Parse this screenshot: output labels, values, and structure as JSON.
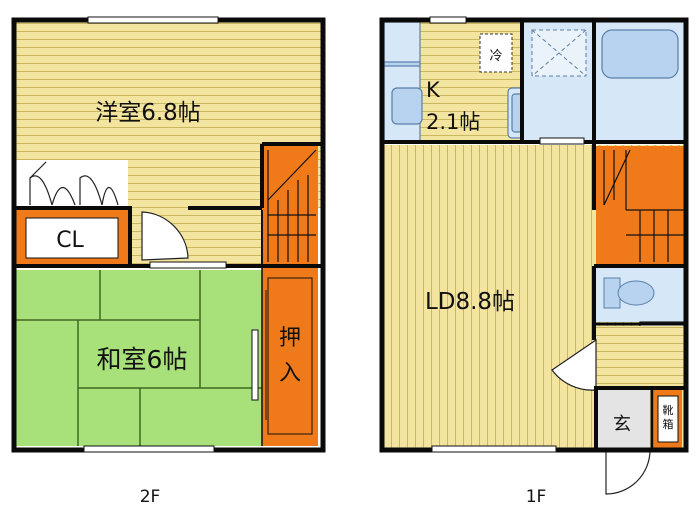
{
  "floors": {
    "upper": {
      "label": "2F",
      "rooms": {
        "western_room": "洋室6.8帖",
        "closet": "CL",
        "japanese_room": "和室6帖",
        "oshiire_line1": "押",
        "oshiire_line2": "入"
      }
    },
    "lower": {
      "label": "1F",
      "rooms": {
        "kitchen_k": "K",
        "kitchen_size": "2.1帖",
        "refrigerator": "冷",
        "living_dining": "LD8.8帖",
        "entrance": "玄",
        "shoe_box_line1": "靴",
        "shoe_box_line2": "箱"
      }
    }
  },
  "colors": {
    "wall": "#0a0a0a",
    "flooring": "#f3e5a0",
    "flooring_line": "#c9b860",
    "tatami": "#a8e07a",
    "tatami_line": "#3d6b1e",
    "closet_orange": "#f07a1a",
    "wet_area": "#d6e8f8",
    "fixture_blue": "#b7d3ef"
  }
}
